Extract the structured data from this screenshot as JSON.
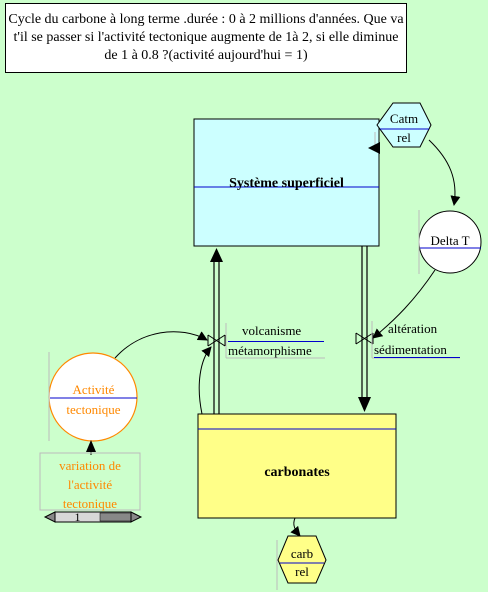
{
  "question": "Cycle du carbone à long terme .durée : 0 à 2 millions d'années. Que va t'il se passer si l'activité tectonique augmente de 1à 2, si elle diminue de 1 à 0.8 ?(activité aujourd'hui = 1)",
  "stocks": {
    "systeme_superficiel": "Système superficiel",
    "carbonates": "carbonates"
  },
  "flows": {
    "volcanisme": "volcanisme",
    "metamorphisme": "métamorphisme",
    "alteration": "altération",
    "sedimentation": "sédimentation"
  },
  "converters": {
    "catm": {
      "label": "Catm",
      "value": "rel"
    },
    "carb": {
      "label": "carb",
      "value": "rel"
    }
  },
  "auxiliaries": {
    "delta_t": "Delta T",
    "activite_line1": "Activité",
    "activite_line2": "tectonique"
  },
  "slider": {
    "label_line1": "variation de",
    "label_line2": "l'activité",
    "label_line3": "tectonique",
    "value": "1"
  },
  "colors": {
    "background": "#ccffcc",
    "system_fill": "#ccffff",
    "carbonates_fill": "#ffff88",
    "tectonic_text": "#ff8800",
    "separator": "#0000cc"
  }
}
